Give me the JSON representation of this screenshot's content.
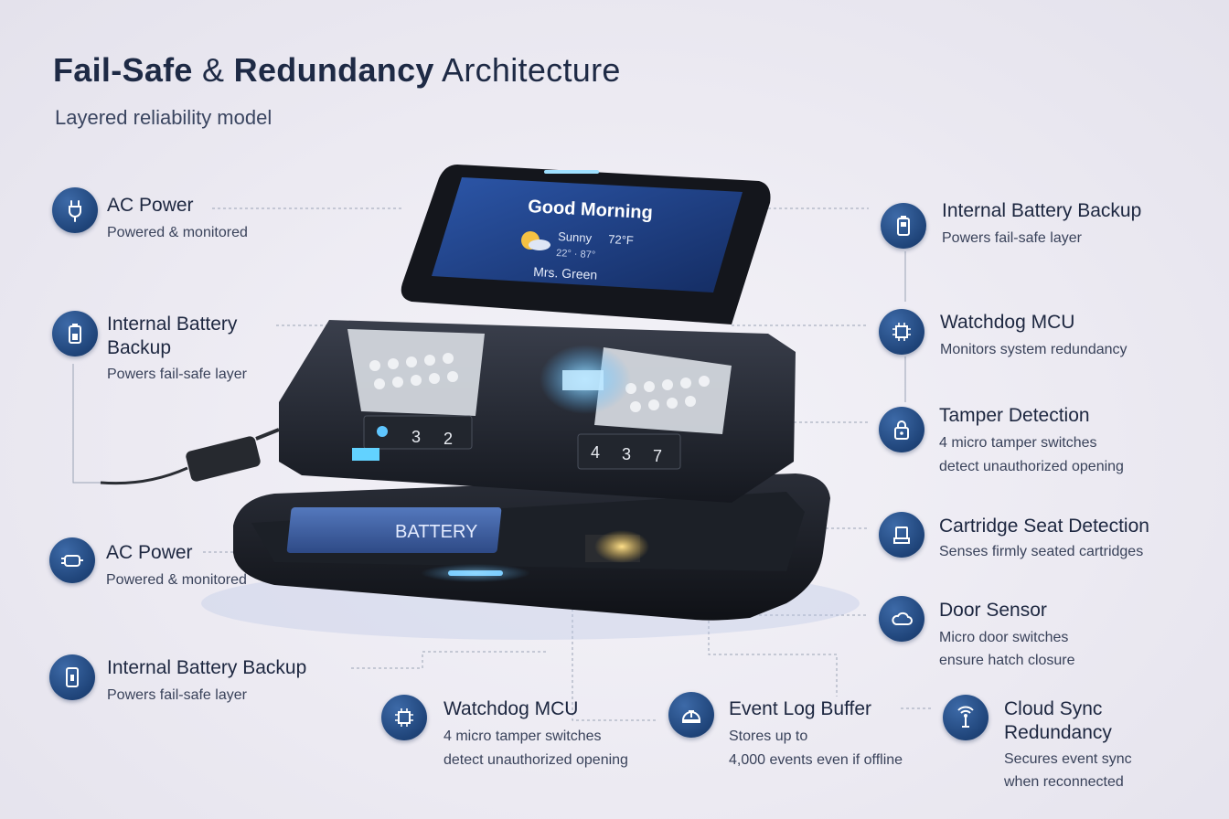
{
  "header": {
    "title_bold_1": "Fail-Safe",
    "title_amp": " & ",
    "title_bold_2": "Redundancy",
    "title_light": " Architecture",
    "subtitle": "Layered reliability model"
  },
  "screen": {
    "greeting": "Good Morning",
    "weather": "Sunny",
    "temp": "72°F",
    "range": "22° · 87°",
    "user": "Mrs. Green"
  },
  "device": {
    "battery_label": "BATTERY",
    "slot_left": [
      "3",
      "2"
    ],
    "slot_right": [
      "4",
      "3",
      "7"
    ]
  },
  "callouts": {
    "left_1": {
      "title": "AC Power",
      "desc": [
        "Powered & monitored"
      ],
      "icon": "plug-icon"
    },
    "left_2": {
      "title": "Internal Battery\nBackup",
      "title_lines": [
        "Internal Battery",
        "Backup"
      ],
      "desc": [
        "Powers fail-safe layer"
      ],
      "icon": "battery-icon"
    },
    "left_3": {
      "title": "AC Power",
      "desc": [
        "Powered & monitored"
      ],
      "icon": "adapter-icon"
    },
    "left_4": {
      "title": "Internal Battery Backup",
      "desc": [
        "Powers fail-safe layer"
      ],
      "icon": "phone-battery-icon"
    },
    "right_1": {
      "title": "Internal Battery Backup",
      "desc": [
        "Powers fail-safe layer"
      ],
      "icon": "battery-icon"
    },
    "right_2": {
      "title": "Watchdog MCU",
      "desc": [
        "Monitors system redundancy"
      ],
      "icon": "chip-icon"
    },
    "right_3": {
      "title": "Tamper Detection",
      "desc": [
        "4 micro tamper switches",
        "detect unauthorized opening"
      ],
      "icon": "lock-icon"
    },
    "right_4": {
      "title": "Cartridge Seat Detection",
      "desc": [
        "Senses firmly seated cartridges"
      ],
      "icon": "cartridge-icon"
    },
    "right_5": {
      "title": "Door Sensor",
      "desc": [
        "Micro door switches",
        "ensure hatch closure"
      ],
      "icon": "cloud-icon"
    },
    "bottom_1": {
      "title": "Watchdog MCU",
      "desc": [
        "4 micro tamper switches",
        "detect unauthorized opening"
      ],
      "icon": "chip-icon"
    },
    "bottom_2": {
      "title": "Event Log Buffer",
      "desc": [
        "Stores up to",
        "4,000 events even if offline"
      ],
      "icon": "log-icon"
    },
    "bottom_3": {
      "title_lines": [
        "Cloud Sync",
        "Redundancy"
      ],
      "desc": [
        "Secures event sync",
        "when reconnected"
      ],
      "icon": "antenna-icon"
    }
  },
  "colors": {
    "icon_bg": "#1f4479",
    "title_text": "#1e2a45",
    "screen_bg": "#1d3a7a",
    "accent_glow": "#4fb3ff",
    "battery_blue": "#3e5fa0",
    "chip_gold": "#e2b64a"
  }
}
